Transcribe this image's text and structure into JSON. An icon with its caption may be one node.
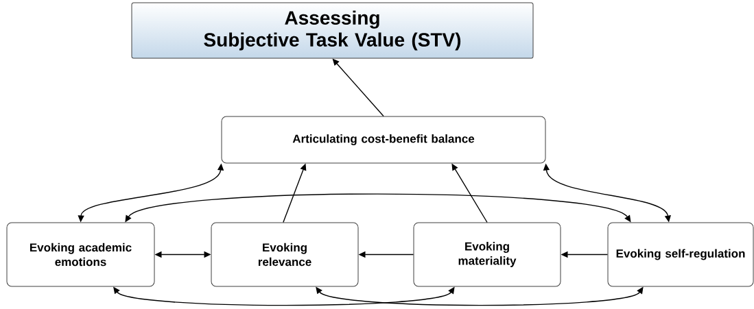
{
  "diagram": {
    "nodes": [
      {
        "text": [
          "Assessing",
          "Subjective Task Value (STV)"
        ]
      },
      {
        "text": [
          "Articulating cost-benefit balance"
        ]
      },
      {
        "text": [
          "Evoking academic emotions"
        ]
      },
      {
        "text": [
          "Evoking relevance"
        ]
      },
      {
        "text": [
          "Evoking materiality"
        ]
      },
      {
        "text": [
          "Evoking self-regulation"
        ]
      }
    ],
    "edges": [
      {
        "from": 1,
        "to": 0,
        "arrow": "to"
      },
      {
        "from": 2,
        "to": 1,
        "arrow": "both"
      },
      {
        "from": 2,
        "to": 5,
        "arrow": "both"
      },
      {
        "from": 5,
        "to": 1,
        "arrow": "both"
      },
      {
        "from": 3,
        "to": 1,
        "arrow": "to"
      },
      {
        "from": 4,
        "to": 1,
        "arrow": "to"
      },
      {
        "from": 2,
        "to": 3,
        "arrow": "both"
      },
      {
        "from": 4,
        "to": 3,
        "arrow": "to"
      },
      {
        "from": 5,
        "to": 4,
        "arrow": "to"
      },
      {
        "from": 2,
        "to": 4,
        "arrow": "both"
      },
      {
        "from": 3,
        "to": 5,
        "arrow": "both"
      }
    ]
  }
}
